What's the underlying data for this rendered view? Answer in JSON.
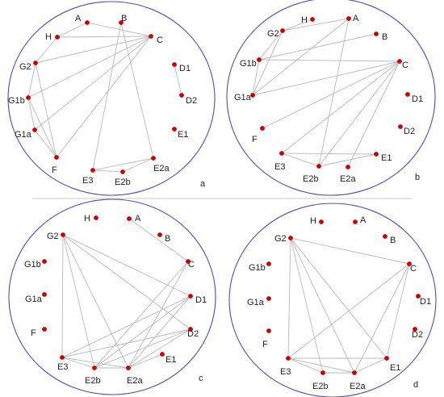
{
  "panels": [
    {
      "label": "a",
      "nodes": [
        "A",
        "B",
        "H",
        "C",
        "G2",
        "D1",
        "G1b",
        "D2",
        "G1a",
        "E1",
        "F",
        "E2a",
        "E3",
        "E2b"
      ],
      "edges": [
        [
          "H",
          "A"
        ],
        [
          "H",
          "C"
        ],
        [
          "A",
          "C"
        ],
        [
          "H",
          "G2"
        ],
        [
          "G2",
          "C"
        ],
        [
          "G1b",
          "C"
        ],
        [
          "G1a",
          "C"
        ],
        [
          "F",
          "C"
        ],
        [
          "G2",
          "G1b"
        ],
        [
          "G2",
          "F"
        ],
        [
          "G1b",
          "G1a"
        ],
        [
          "G1b",
          "F"
        ],
        [
          "G1a",
          "F"
        ],
        [
          "B",
          "E3"
        ],
        [
          "B",
          "E2a"
        ],
        [
          "D1",
          "D2"
        ],
        [
          "E3",
          "E2b"
        ],
        [
          "E2b",
          "E2a"
        ],
        [
          "E3",
          "E2a"
        ]
      ]
    },
    {
      "label": "b",
      "nodes": [
        "H",
        "A",
        "G2",
        "B",
        "G1b",
        "C",
        "G1a",
        "D1",
        "D2",
        "F",
        "E3",
        "E1",
        "E2b",
        "E2a"
      ],
      "edges": [
        [
          "G2",
          "A"
        ],
        [
          "G2",
          "H"
        ],
        [
          "G2",
          "G1b"
        ],
        [
          "G1b",
          "B"
        ],
        [
          "G1b",
          "C"
        ],
        [
          "G1a",
          "C"
        ],
        [
          "G1a",
          "A"
        ],
        [
          "G1b",
          "G1a"
        ],
        [
          "G2",
          "G1a"
        ],
        [
          "F",
          "C"
        ],
        [
          "E3",
          "C"
        ],
        [
          "E2b",
          "C"
        ],
        [
          "E2a",
          "C"
        ],
        [
          "E2b",
          "A"
        ],
        [
          "E3",
          "E1"
        ],
        [
          "E3",
          "E2b"
        ],
        [
          "E2b",
          "E1"
        ]
      ]
    },
    {
      "label": "c",
      "nodes": [
        "H",
        "A",
        "G2",
        "B",
        "C",
        "G1b",
        "D1",
        "G1a",
        "D2",
        "F",
        "E1",
        "E3",
        "E2b",
        "E2a"
      ],
      "edges": [
        [
          "A",
          "C"
        ],
        [
          "G2",
          "D1"
        ],
        [
          "G2",
          "D2"
        ],
        [
          "G2",
          "E3"
        ],
        [
          "G2",
          "E2b"
        ],
        [
          "G2",
          "E2a"
        ],
        [
          "C",
          "E2b"
        ],
        [
          "C",
          "E2a"
        ],
        [
          "D1",
          "E3"
        ],
        [
          "D1",
          "E2b"
        ],
        [
          "D1",
          "E2a"
        ],
        [
          "D2",
          "E3"
        ],
        [
          "D2",
          "E2b"
        ],
        [
          "D2",
          "E2a"
        ],
        [
          "E3",
          "E2b"
        ],
        [
          "E3",
          "E2a"
        ],
        [
          "E2b",
          "E2a"
        ],
        [
          "E1",
          "E2a"
        ]
      ]
    },
    {
      "label": "d",
      "nodes": [
        "H",
        "A",
        "G2",
        "B",
        "C",
        "G1b",
        "D1",
        "G1a",
        "D2",
        "F",
        "E3",
        "E1",
        "E2b",
        "E2a"
      ],
      "edges": [
        [
          "G2",
          "C"
        ],
        [
          "G2",
          "E3"
        ],
        [
          "G2",
          "E2b"
        ],
        [
          "G2",
          "E2a"
        ],
        [
          "G2",
          "E1"
        ],
        [
          "C",
          "E3"
        ],
        [
          "C",
          "E2a"
        ],
        [
          "C",
          "E1"
        ],
        [
          "E3",
          "E1"
        ],
        [
          "E3",
          "E2b"
        ],
        [
          "E3",
          "E2a"
        ],
        [
          "E2b",
          "E2a"
        ],
        [
          "E2a",
          "E1"
        ]
      ]
    }
  ],
  "colors": {
    "ring": "#4a4ad0",
    "node": "#cc0000",
    "edge": "#b9b9b9",
    "text": "#222222"
  }
}
